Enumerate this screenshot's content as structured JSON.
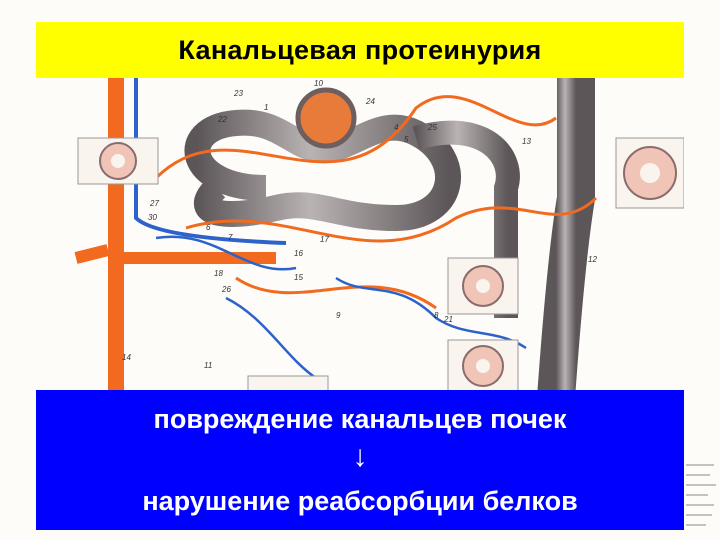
{
  "slide": {
    "title": "Канальцевая протеинурия",
    "caption_line1": "повреждение канальцев почек",
    "caption_arrow": "↓",
    "caption_line2": "нарушение реабсорбции  белков"
  },
  "colors": {
    "title_bar": "#ffff00",
    "caption_box": "#0000ff",
    "caption_text": "#ffffff",
    "artery": "#f26a1f",
    "vein": "#2c62c9",
    "tubule": "#8a8486"
  },
  "illustration": {
    "subject": "nephron-diagram",
    "number_labels": [
      "10",
      "23",
      "24",
      "22",
      "1",
      "4",
      "5",
      "25",
      "13",
      "27",
      "30",
      "6",
      "7",
      "17",
      "16",
      "18",
      "26",
      "15",
      "9",
      "8",
      "21",
      "14",
      "11",
      "12"
    ]
  }
}
